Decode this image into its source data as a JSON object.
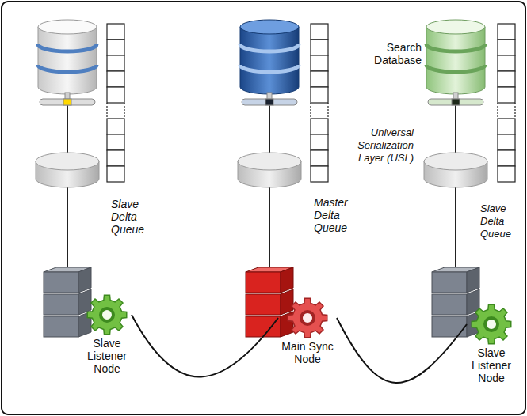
{
  "diagram": {
    "nodes": [
      {
        "text": [
          "Slave Listener Node"
        ]
      },
      {
        "text": [
          "Main Sync Node"
        ]
      },
      {
        "text": [
          "Slave Listener Node"
        ]
      }
    ],
    "edges": [
      {
        "from": 0,
        "to": 1,
        "arrow": "none"
      },
      {
        "from": 1,
        "to": 2,
        "arrow": "none"
      }
    ],
    "labels": [
      "Search Database",
      "Universal Serialization Layer (USL)",
      "Slave Delta Queue",
      "Master Delta Queue",
      "Slave Delta Queue"
    ]
  }
}
